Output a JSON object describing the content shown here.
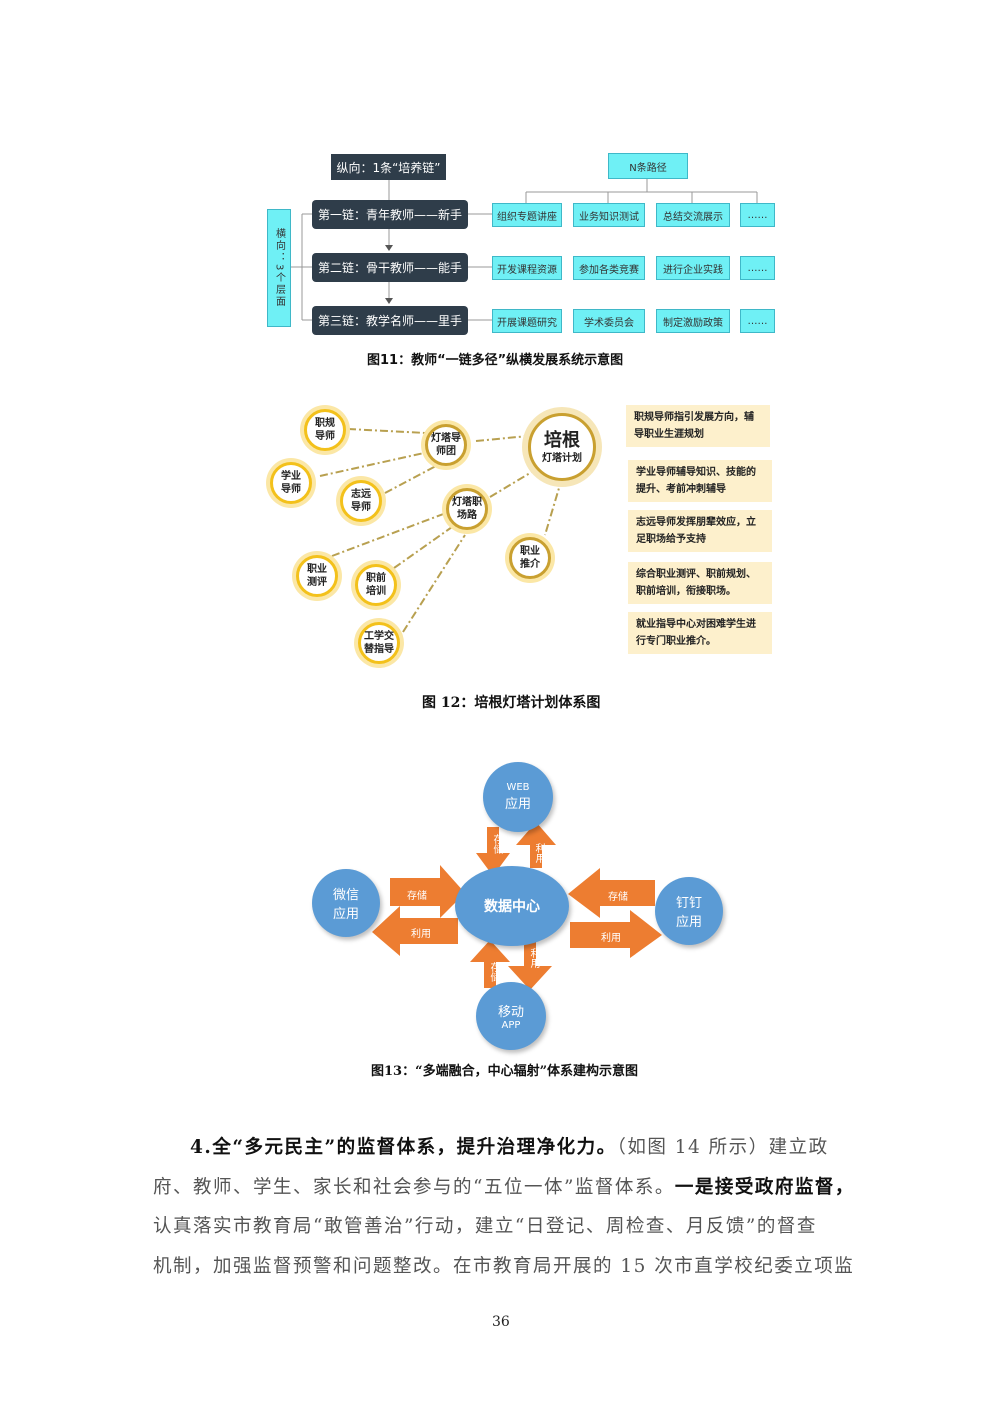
{
  "fig11": {
    "vertical_title": "纵向：1条“培养链”",
    "paths_title": "N条路径",
    "side_label": "横向：3个层面",
    "chains": [
      "第一链：青年教师——新手",
      "第二链：骨干教师——能手",
      "第三链：教学名师——里手"
    ],
    "paths": [
      [
        "组织专题讲座",
        "业务知识测试",
        "总结交流展示",
        "……"
      ],
      [
        "开发课程资源",
        "参加各类竞赛",
        "进行企业实践",
        "……"
      ],
      [
        "开展课题研究",
        "学术委员会",
        "制定激励政策",
        "……"
      ]
    ],
    "caption": "图11：教师“一链多径”纵横发展系统示意图"
  },
  "fig12": {
    "center": {
      "title": "培根",
      "sub": "灯塔计划"
    },
    "nodes": [
      "职规导师",
      "学业导师",
      "灯塔导师团",
      "志远导师",
      "灯塔职场路",
      "职业推介",
      "职业测评",
      "职前培训",
      "工学交替指导"
    ],
    "notes": [
      "职规导师指引发展方向，辅导职业生涯规划",
      "学业导师辅导知识、技能的提升、考前冲刺辅导",
      "志远导师发挥朋辈效应，立足职场给予支持",
      "综合职业测评、职前规划、职前培训，衔接职场。",
      "就业指导中心对困难学生进行专门职业推介。"
    ],
    "caption": "图 12：培根灯塔计划体系图"
  },
  "fig13": {
    "center": "数据中心",
    "web": [
      "WEB",
      "应用"
    ],
    "wechat": [
      "微信",
      "应用"
    ],
    "dingding": [
      "钉钉",
      "应用"
    ],
    "mobile": [
      "移动",
      "APP"
    ],
    "store": "存储",
    "use": "利用",
    "caption": "图13：“多端融合，中心辐射”体系建构示意图"
  },
  "body": {
    "heading": "4.全“多元民主”的监督体系，提升治理净化力。",
    "line1_rest": "（如图 14 所示）建立政",
    "line2a": "府、教师、学生、家长和社会参与的“五位一体”监督体系。",
    "line2b": "一是接受政府监督，",
    "line3": "认真落实市教育局“敢管善治”行动，建立“日登记、周检查、月反馈”的督查",
    "line4": "机制，加强监督预警和问题整改。在市教育局开展的 15 次市直学校纪委立项监"
  },
  "page_number": "36"
}
